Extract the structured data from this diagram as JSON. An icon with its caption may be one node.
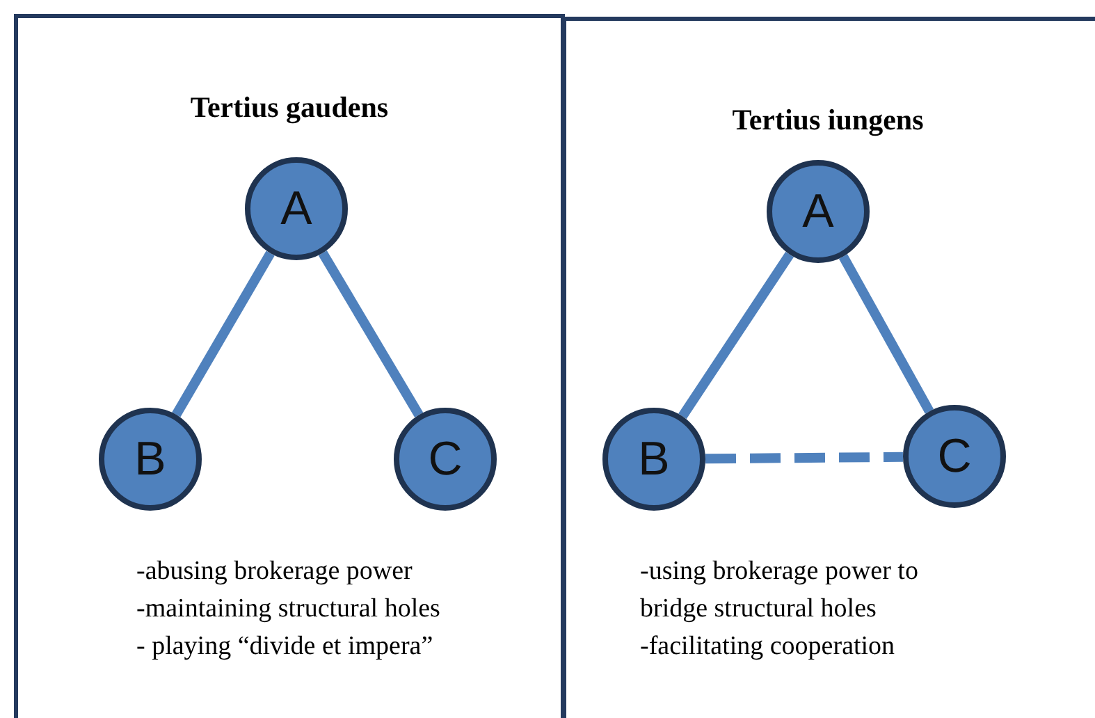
{
  "diagram": {
    "nodes": [
      {
        "text": [
          "Tertius gaudens",
          "-abusing brokerage power",
          "-maintaining structural holes",
          "- playing “divide et impera”"
        ]
      },
      {
        "text": [
          "A"
        ],
        "in": 0
      },
      {
        "text": [
          "B"
        ],
        "in": 0
      },
      {
        "text": [
          "C"
        ],
        "in": 0
      },
      {
        "text": [
          "Tertius iungens",
          "-using brokerage power to bridge structural holes",
          "-facilitating cooperation"
        ]
      },
      {
        "text": [
          "A"
        ],
        "in": 4
      },
      {
        "text": [
          "B"
        ],
        "in": 4
      },
      {
        "text": [
          "C"
        ],
        "in": 4
      }
    ],
    "edges": [
      {
        "from": 1,
        "to": 2,
        "arrow": "none"
      },
      {
        "from": 1,
        "to": 3,
        "arrow": "none"
      },
      {
        "from": 5,
        "to": 6,
        "arrow": "none"
      },
      {
        "from": 5,
        "to": 7,
        "arrow": "none"
      },
      {
        "from": 6,
        "to": 7,
        "arrow": "none",
        "style": "dashed"
      }
    ]
  }
}
